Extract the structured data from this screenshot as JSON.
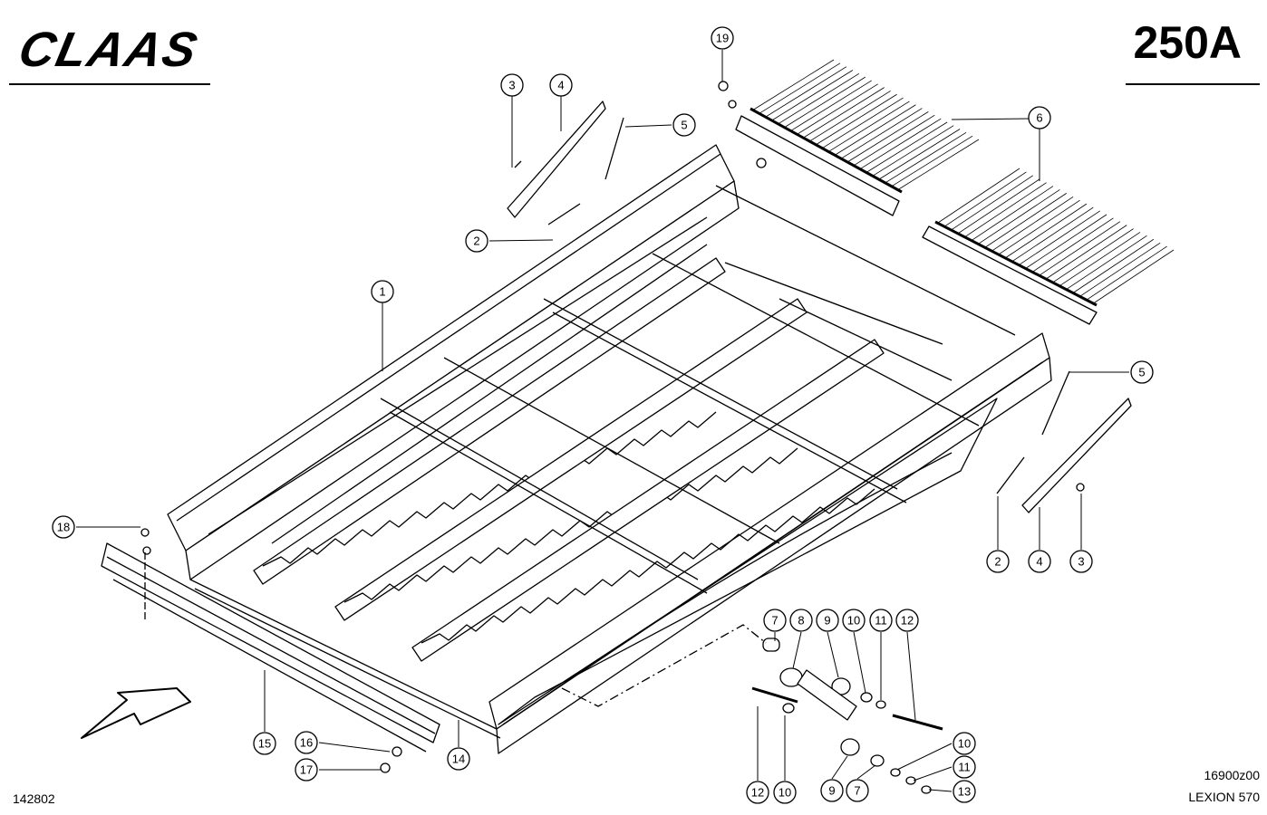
{
  "header": {
    "brand": "CLAAS",
    "page_number": "250A"
  },
  "footer": {
    "left_code": "142802",
    "drawing_code": "16900z00",
    "model": "LEXION 570"
  },
  "callouts": [
    {
      "id": "c1",
      "label": "1"
    },
    {
      "id": "c2a",
      "label": "2"
    },
    {
      "id": "c2b",
      "label": "2"
    },
    {
      "id": "c3a",
      "label": "3"
    },
    {
      "id": "c3b",
      "label": "3"
    },
    {
      "id": "c4a",
      "label": "4"
    },
    {
      "id": "c4b",
      "label": "4"
    },
    {
      "id": "c5a",
      "label": "5"
    },
    {
      "id": "c5b",
      "label": "5"
    },
    {
      "id": "c6",
      "label": "6"
    },
    {
      "id": "c7a",
      "label": "7"
    },
    {
      "id": "c7b",
      "label": "7"
    },
    {
      "id": "c8",
      "label": "8"
    },
    {
      "id": "c9a",
      "label": "9"
    },
    {
      "id": "c9b",
      "label": "9"
    },
    {
      "id": "c10a",
      "label": "10"
    },
    {
      "id": "c10b",
      "label": "10"
    },
    {
      "id": "c10c",
      "label": "10"
    },
    {
      "id": "c11a",
      "label": "11"
    },
    {
      "id": "c11b",
      "label": "11"
    },
    {
      "id": "c12a",
      "label": "12"
    },
    {
      "id": "c12b",
      "label": "12"
    },
    {
      "id": "c13",
      "label": "13"
    },
    {
      "id": "c14",
      "label": "14"
    },
    {
      "id": "c15",
      "label": "15"
    },
    {
      "id": "c16",
      "label": "16"
    },
    {
      "id": "c17",
      "label": "17"
    },
    {
      "id": "c18",
      "label": "18"
    },
    {
      "id": "c19",
      "label": "19"
    }
  ]
}
